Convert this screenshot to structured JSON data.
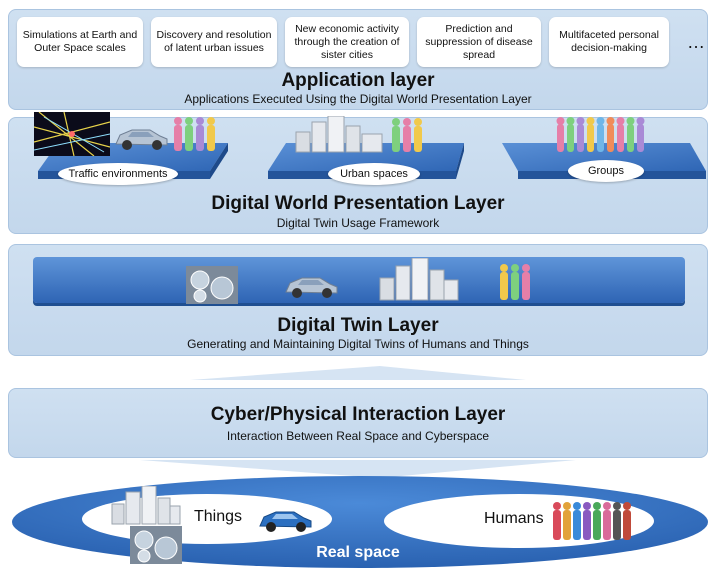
{
  "application_layer": {
    "title": "Application layer",
    "subtitle": "Applications Executed Using the Digital World Presentation Layer",
    "boxes": [
      "Simulations at Earth and Outer Space scales",
      "Discovery and resolution of latent urban issues",
      "New economic activity through the creation of sister cities",
      "Prediction and suppression of disease spread",
      "Multifaceted personal decision-making"
    ],
    "ellipsis": "…"
  },
  "presentation_layer": {
    "title": "Digital World Presentation Layer",
    "subtitle": "Digital Twin Usage Framework",
    "platforms": [
      "Traffic environments",
      "Urban spaces",
      "Groups"
    ]
  },
  "digital_twin_layer": {
    "title": "Digital Twin Layer",
    "subtitle": "Generating and Maintaining Digital Twins of Humans and Things"
  },
  "cyber_physical_layer": {
    "title": "Cyber/Physical Interaction Layer",
    "subtitle": "Interaction Between Real Space and Cyberspace"
  },
  "real_space": {
    "title": "Real space",
    "things": "Things",
    "humans": "Humans"
  },
  "colors": {
    "panel": "#c8dbef",
    "platform_top": "#3d78c8",
    "real_space": "#2f6fc2"
  },
  "icons": [
    "road-network-icon",
    "car-icon",
    "people-icon",
    "buildings-icon",
    "gears-icon",
    "crowd-icon"
  ]
}
